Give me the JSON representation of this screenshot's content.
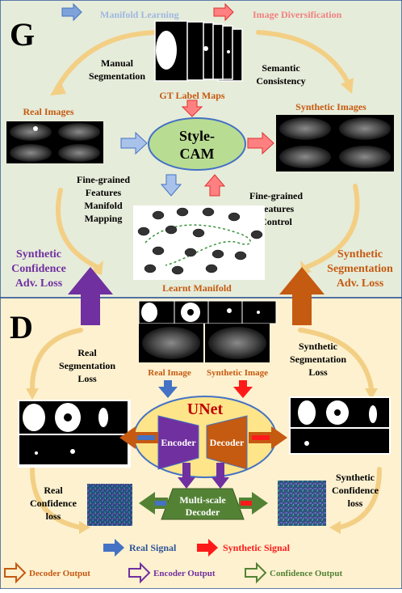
{
  "colors": {
    "g_bg": "#e6ecda",
    "d_bg": "#fdf1cf",
    "blue": "#4472c4",
    "red": "#ff3b3b",
    "orange_text": "#c55a11",
    "purple": "#7030a0",
    "green": "#548235",
    "stylecam_fill": "#b9dc93",
    "unet_fill": "#ffe58a",
    "decoder_orange": "#c55a11",
    "curve": "#f3cf85"
  },
  "generator": {
    "panel_letter": "G",
    "legend_manifold": "Manifold Learning",
    "legend_diversification": "Image Diversification",
    "manual_seg": [
      "Manual",
      "Segmentation"
    ],
    "semantic_consistency": [
      "Semantic",
      "Consistency"
    ],
    "gt_label_maps": "GT Label Maps",
    "real_images": "Real Images",
    "synthetic_images": "Synthetic Images",
    "stylecam": [
      "Style-",
      "CAM"
    ],
    "fg_mapping": [
      "Fine-grained",
      "Features",
      "Manifold",
      "Mapping"
    ],
    "fg_control": [
      "Fine-grained",
      "Features",
      "Control"
    ],
    "learnt_manifold": "Learnt Manifold",
    "syn_conf_adv": [
      "Synthetic",
      "Confidence",
      "Adv. Loss"
    ],
    "syn_seg_adv": [
      "Synthetic",
      "Segmentation",
      "Adv. Loss"
    ]
  },
  "discriminator": {
    "panel_letter": "D",
    "real_seg_loss": [
      "Real",
      "Segmentation",
      "Loss"
    ],
    "syn_seg_loss": [
      "Synthetic",
      "Segmentation",
      "Loss"
    ],
    "real_image": "Real Image",
    "synthetic_image": "Synthetic Image",
    "unet": "UNet",
    "encoder": "Encoder",
    "decoder": "Decoder",
    "multiscale_decoder": [
      "Multi-scale",
      "Decoder"
    ],
    "real_conf_loss": [
      "Real",
      "Confidence",
      "loss"
    ],
    "syn_conf_loss": [
      "Synthetic",
      "Confidence",
      "loss"
    ]
  },
  "legend": {
    "real_signal": "Real Signal",
    "synthetic_signal": "Synthetic Signal",
    "decoder_output": "Decoder Output",
    "encoder_output": "Encoder Output",
    "confidence_output": "Confidence Output"
  }
}
